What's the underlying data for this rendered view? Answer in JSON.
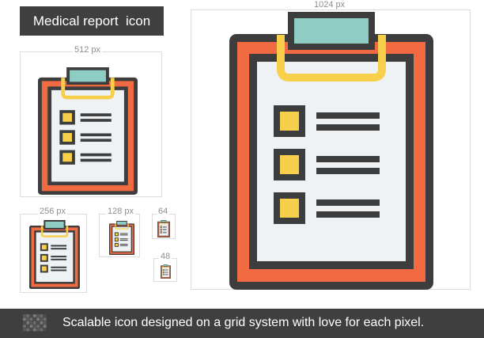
{
  "title": "Medical report  icon",
  "sizes": {
    "s1024": "1024 px",
    "s512": "512 px",
    "s256": "256 px",
    "s128": "128 px",
    "s64": "64",
    "s48": "48"
  },
  "footer": {
    "caption": "Scalable icon designed on a grid system with love for each pixel.",
    "icon": "pixel-grid-icon"
  },
  "icon_name": "clipboard-checklist-icon",
  "colors": {
    "outline": "#3d3d3d",
    "board": "#f26a41",
    "paper": "#eef2f5",
    "clip_top": "#8fccc4",
    "clip_ring": "#f8cf4b",
    "checkbox": "#f8cf4b",
    "badge_bg": "#3f3f3f"
  }
}
